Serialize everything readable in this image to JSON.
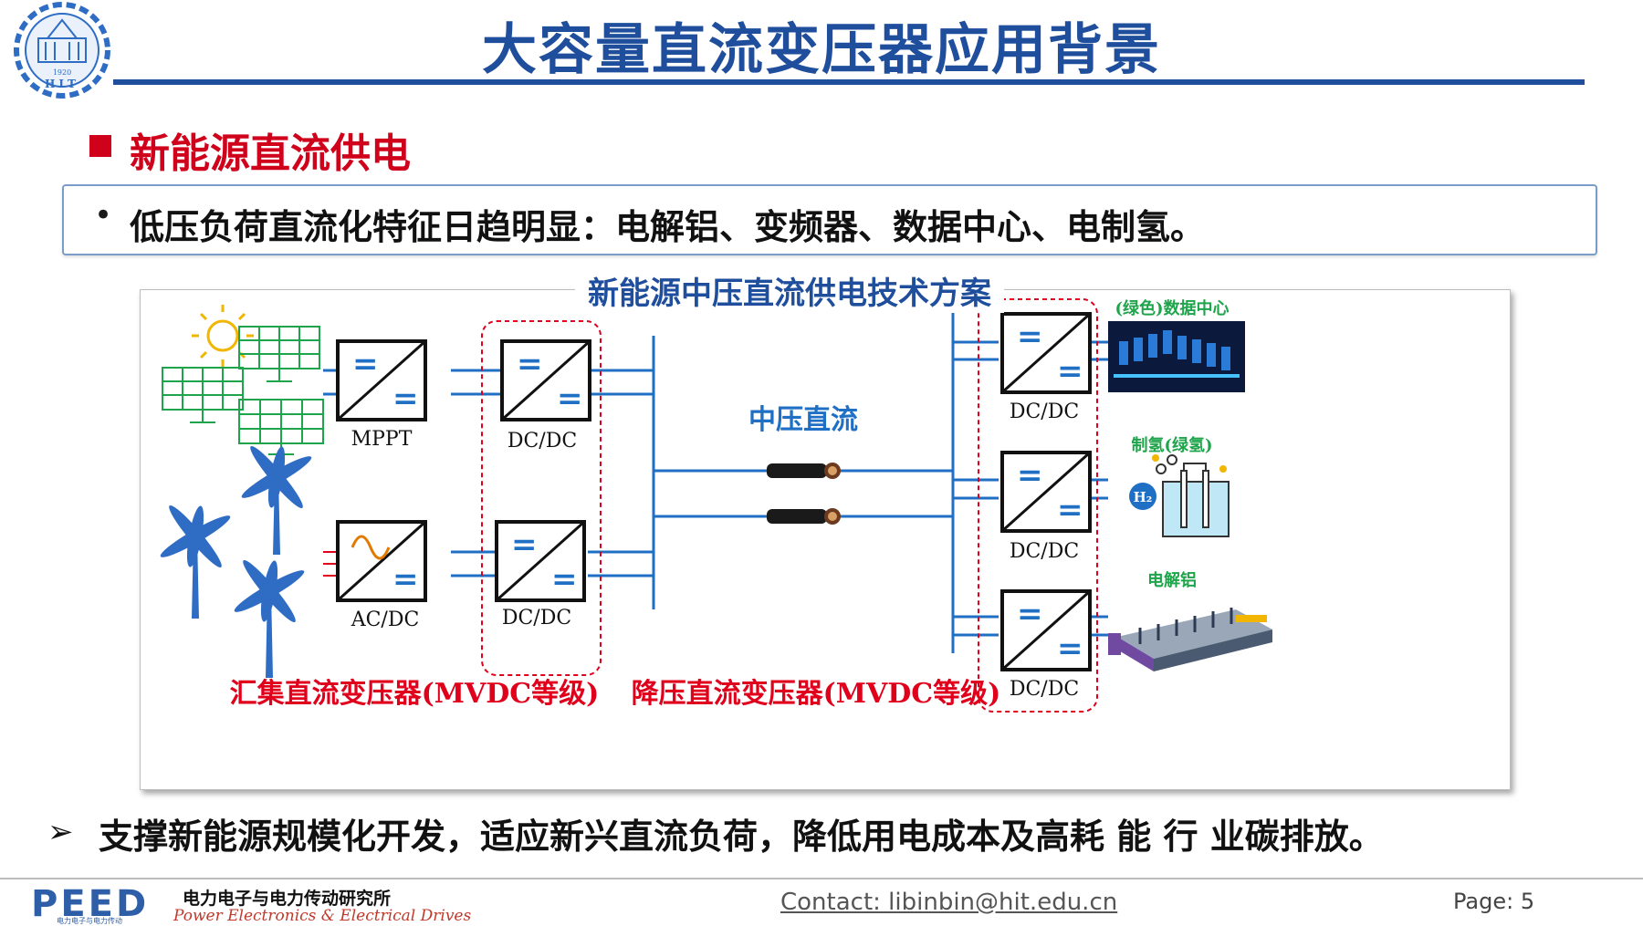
{
  "header": {
    "title": "大容量直流变压器应用背景",
    "logo_text": "HIT",
    "logo_year": "1920"
  },
  "section": {
    "heading": "新能源直流供电"
  },
  "highlight": {
    "bullet": "•",
    "text": "低压负荷直流化特征日趋明显：电解铝、变频器、数据中心、电制氢。"
  },
  "diagram": {
    "title": "新能源中压直流供电技术方案",
    "mppt_label": "MPPT",
    "acdc_label": "AC/DC",
    "dcdc_label": "DC/DC",
    "mv_dc_label": "中压直流",
    "collect_label": "汇集直流变压器(MVDC等级)",
    "stepdown_label": "降压直流变压器(MVDC等级)",
    "load_datacenter": "(绿色)数据中心",
    "load_hydrogen": "制氢(绿氢)",
    "load_aluminum": "电解铝",
    "eq_symbol": "=",
    "h2_symbol": "H₂"
  },
  "bottom": {
    "arrow": "➢",
    "text": "支撑新能源规模化开发，适应新兴直流负荷，降低用电成本及高耗 能 行 业碳排放。"
  },
  "footer": {
    "logo": "PEED",
    "logo_sub": "电力电子与电力传动",
    "institute_cn": "电力电子与电力传动研究所",
    "institute_en": "Power Electronics & Electrical Drives",
    "contact": "Contact: libinbin@hit.edu.cn",
    "page": "Page: 5"
  },
  "colors": {
    "title_blue": "#1f4e9c",
    "accent_red": "#d0021b",
    "line_blue": "#1f6fc4",
    "solar_green": "#1ea44a",
    "wind_blue": "#2f6cc4"
  }
}
